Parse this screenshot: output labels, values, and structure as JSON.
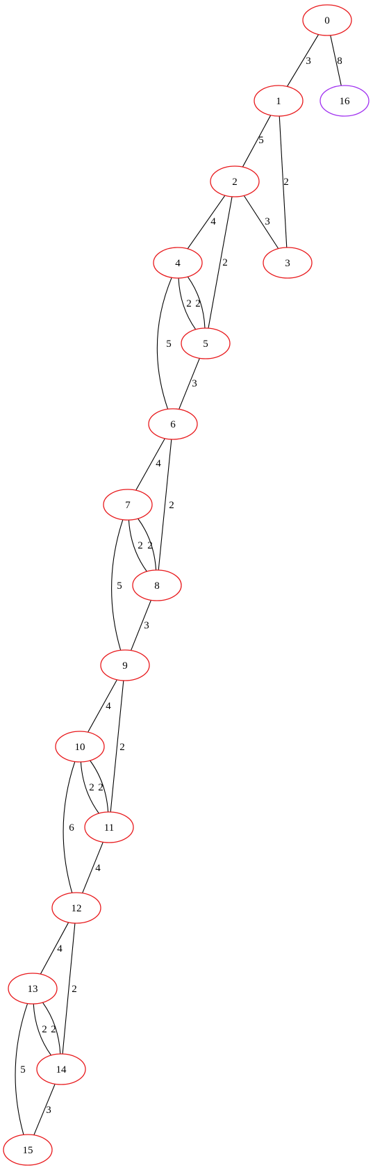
{
  "colors": {
    "default_node": "#e8191c",
    "highlight_node": "#a030f0",
    "edge": "#000000"
  },
  "nodes": [
    {
      "id": "0",
      "label": "0",
      "color": "#e8191c"
    },
    {
      "id": "1",
      "label": "1",
      "color": "#e8191c"
    },
    {
      "id": "16",
      "label": "16",
      "color": "#a030f0"
    },
    {
      "id": "2",
      "label": "2",
      "color": "#e8191c"
    },
    {
      "id": "3",
      "label": "3",
      "color": "#e8191c"
    },
    {
      "id": "4",
      "label": "4",
      "color": "#e8191c"
    },
    {
      "id": "5",
      "label": "5",
      "color": "#e8191c"
    },
    {
      "id": "6",
      "label": "6",
      "color": "#e8191c"
    },
    {
      "id": "7",
      "label": "7",
      "color": "#e8191c"
    },
    {
      "id": "8",
      "label": "8",
      "color": "#e8191c"
    },
    {
      "id": "9",
      "label": "9",
      "color": "#e8191c"
    },
    {
      "id": "10",
      "label": "10",
      "color": "#e8191c"
    },
    {
      "id": "11",
      "label": "11",
      "color": "#e8191c"
    },
    {
      "id": "12",
      "label": "12",
      "color": "#e8191c"
    },
    {
      "id": "13",
      "label": "13",
      "color": "#e8191c"
    },
    {
      "id": "14",
      "label": "14",
      "color": "#e8191c"
    },
    {
      "id": "15",
      "label": "15",
      "color": "#e8191c"
    }
  ],
  "edges": [
    {
      "from": "0",
      "to": "1",
      "label": "3"
    },
    {
      "from": "0",
      "to": "16",
      "label": "8"
    },
    {
      "from": "1",
      "to": "2",
      "label": "5"
    },
    {
      "from": "1",
      "to": "3",
      "label": "2"
    },
    {
      "from": "2",
      "to": "4",
      "label": "4"
    },
    {
      "from": "2",
      "to": "5",
      "label": "2"
    },
    {
      "from": "2",
      "to": "3",
      "label": "3"
    },
    {
      "from": "4",
      "to": "5",
      "label": "2"
    },
    {
      "from": "4",
      "to": "5",
      "label": "2"
    },
    {
      "from": "4",
      "to": "6",
      "label": "5"
    },
    {
      "from": "5",
      "to": "6",
      "label": "3"
    },
    {
      "from": "6",
      "to": "7",
      "label": "4"
    },
    {
      "from": "6",
      "to": "8",
      "label": "2"
    },
    {
      "from": "7",
      "to": "8",
      "label": "2"
    },
    {
      "from": "7",
      "to": "8",
      "label": "2"
    },
    {
      "from": "7",
      "to": "9",
      "label": "5"
    },
    {
      "from": "8",
      "to": "9",
      "label": "3"
    },
    {
      "from": "9",
      "to": "10",
      "label": "4"
    },
    {
      "from": "9",
      "to": "11",
      "label": "2"
    },
    {
      "from": "10",
      "to": "11",
      "label": "2"
    },
    {
      "from": "10",
      "to": "11",
      "label": "2"
    },
    {
      "from": "10",
      "to": "12",
      "label": "6"
    },
    {
      "from": "11",
      "to": "12",
      "label": "4"
    },
    {
      "from": "12",
      "to": "13",
      "label": "4"
    },
    {
      "from": "12",
      "to": "14",
      "label": "2"
    },
    {
      "from": "13",
      "to": "14",
      "label": "2"
    },
    {
      "from": "13",
      "to": "14",
      "label": "2"
    },
    {
      "from": "13",
      "to": "15",
      "label": "5"
    },
    {
      "from": "14",
      "to": "15",
      "label": "3"
    }
  ]
}
